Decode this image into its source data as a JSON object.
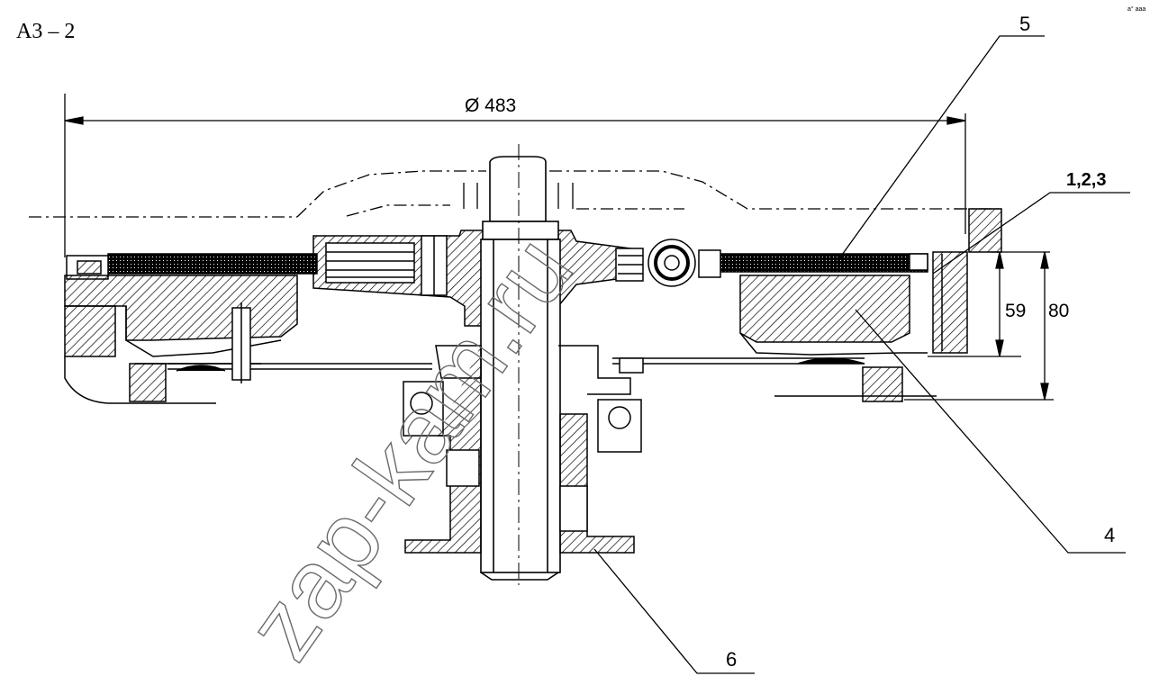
{
  "drawing_id": "A3 – 2",
  "dimensions": {
    "diameter": "Ø 483",
    "height_inner": "59",
    "height_outer": "80"
  },
  "callouts": [
    {
      "id": "callout-5",
      "label": "5"
    },
    {
      "id": "callout-123",
      "label": "1,2,3"
    },
    {
      "id": "callout-4",
      "label": "4"
    },
    {
      "id": "callout-6",
      "label": "6"
    }
  ],
  "watermark": "zap-kam.ru",
  "corner_mark": "a° aaa"
}
